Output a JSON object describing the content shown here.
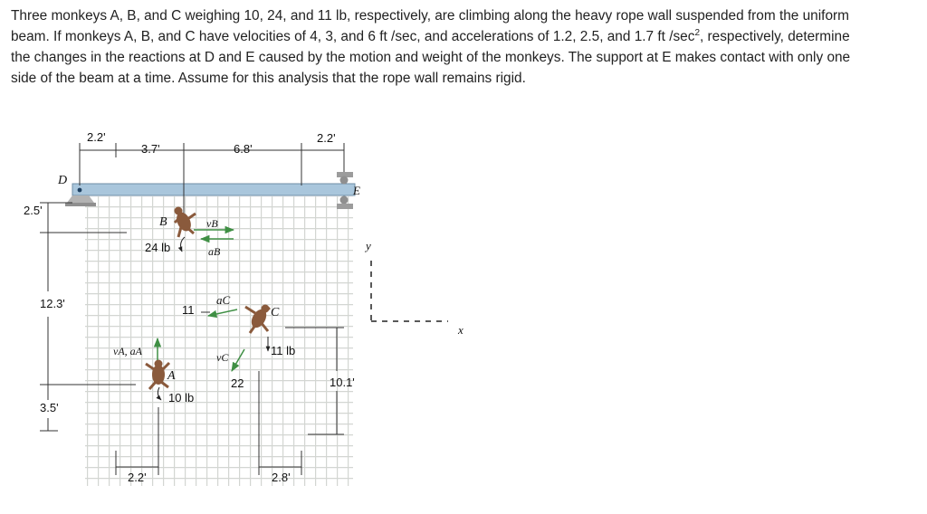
{
  "problem": {
    "lines": [
      "Three monkeys A, B, and C weighing 10, 24, and 11 lb, respectively, are climbing along the heavy rope wall suspended from the uniform",
      "beam. If monkeys A, B, and C have velocities of 4, 3, and 6 ft /sec, and accelerations of 1.2, 2.5, and 1.7 ft /sec",
      ", respectively, determine",
      "the changes in the reactions at D and E caused by the motion and weight of the monkeys. The support at E makes contact with only one",
      "side of the beam at a time. Assume for this analysis that the rope wall remains rigid."
    ],
    "sup": "2"
  },
  "figure": {
    "dims": {
      "top_left": "2.2'",
      "top_mid1": "3.7'",
      "top_mid2": "6.8'",
      "top_right": "2.2'",
      "left_top": "2.5'",
      "left_mid": "12.3'",
      "left_bot": "3.5'",
      "right_height": "10.1'",
      "bottom_left": "2.2'",
      "bottom_right": "2.8'",
      "angle_c": "11",
      "angle_vc": "22"
    },
    "labels": {
      "D": "D",
      "E": "E",
      "B": "B",
      "A": "A",
      "C": "C",
      "vB": "vB",
      "aB": "aB",
      "aC": "aC",
      "vC": "vC",
      "vA_aA": "vA, aA",
      "weight_B": "24 lb",
      "weight_A": "10 lb",
      "weight_C": "11 lb",
      "axis_y": "y",
      "axis_x": "x"
    },
    "colors": {
      "beam": "#a9c6dc",
      "rope": "#d8dad6",
      "support": "#b3b3b3",
      "monkey": "#8a5a3c",
      "arrow": "#3f8f44"
    }
  }
}
